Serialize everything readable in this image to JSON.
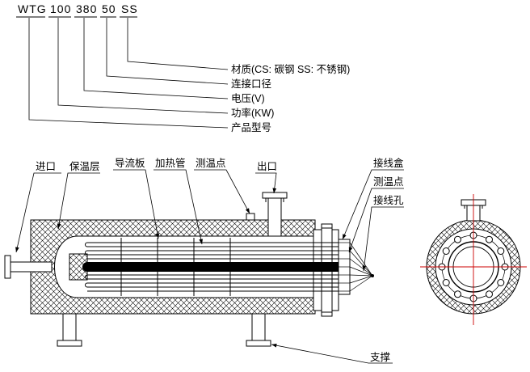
{
  "model_code": {
    "segments": [
      "WTG",
      "100",
      "380",
      "50",
      "SS"
    ],
    "labels": {
      "material": "材质(CS: 碳钢  SS: 不锈钢)",
      "connection": "连接口径",
      "voltage": "电压(V)",
      "power": "功率(KW)",
      "product_model": "产品型号"
    }
  },
  "part_labels": {
    "inlet": "进口",
    "insulation": "保温层",
    "baffle": "导流板",
    "heating_tube": "加热管",
    "temp_point": "测温点",
    "outlet": "出口",
    "junction_box": "接线盒",
    "temp_point_right": "测温点",
    "wiring_hole": "接线孔",
    "support": "支撑"
  },
  "colors": {
    "line": "#000000",
    "centerline": "#cc0000",
    "background": "#ffffff"
  }
}
